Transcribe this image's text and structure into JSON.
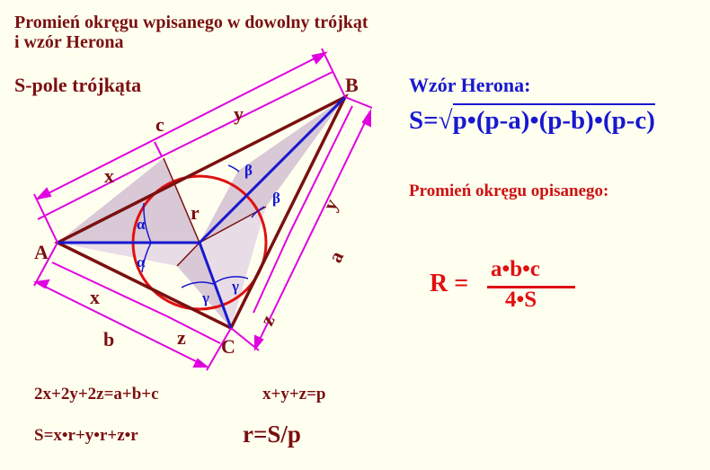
{
  "title": [
    "Promień okręgu wpisanego w dowolny trójkąt",
    "i wzór Herona"
  ],
  "s_pole": "S-pole trójkąta",
  "heron": {
    "label": "Wzór Herona:",
    "prefix": "S=√",
    "radicand": "p•(p-a)•(p-b)•(p-c)"
  },
  "circumradius": {
    "label": "Promień okręgu opisanego:",
    "lhs": "R =",
    "numerator": "a•b•c",
    "denominator": "4•S"
  },
  "equations": {
    "perimeter": "2x+2y+2z=a+b+c",
    "half_perimeter": "x+y+z=p",
    "area": "S=x•r+y•r+z•r",
    "radius": "r=S/p"
  },
  "diagram": {
    "vertices": {
      "A": "A",
      "B": "B",
      "C": "C"
    },
    "sides": {
      "a": "a",
      "b": "b",
      "c": "c"
    },
    "tangent_segments": {
      "x_top": "x",
      "y_top": "y",
      "x_bottom": "x",
      "y_right": "y",
      "z_right": "z",
      "z_bottom": "z"
    },
    "radius_label": "r",
    "angles": {
      "alpha1": "α",
      "alpha2": "α",
      "beta1": "β",
      "beta2": "β",
      "gamma1": "γ",
      "gamma2": "γ"
    },
    "colors": {
      "triangle": "#7a1010",
      "incircle": "#e01010",
      "bisectors": "#1818d0",
      "dimensions": "#e000e0",
      "shading": "#d9c8d6"
    }
  }
}
